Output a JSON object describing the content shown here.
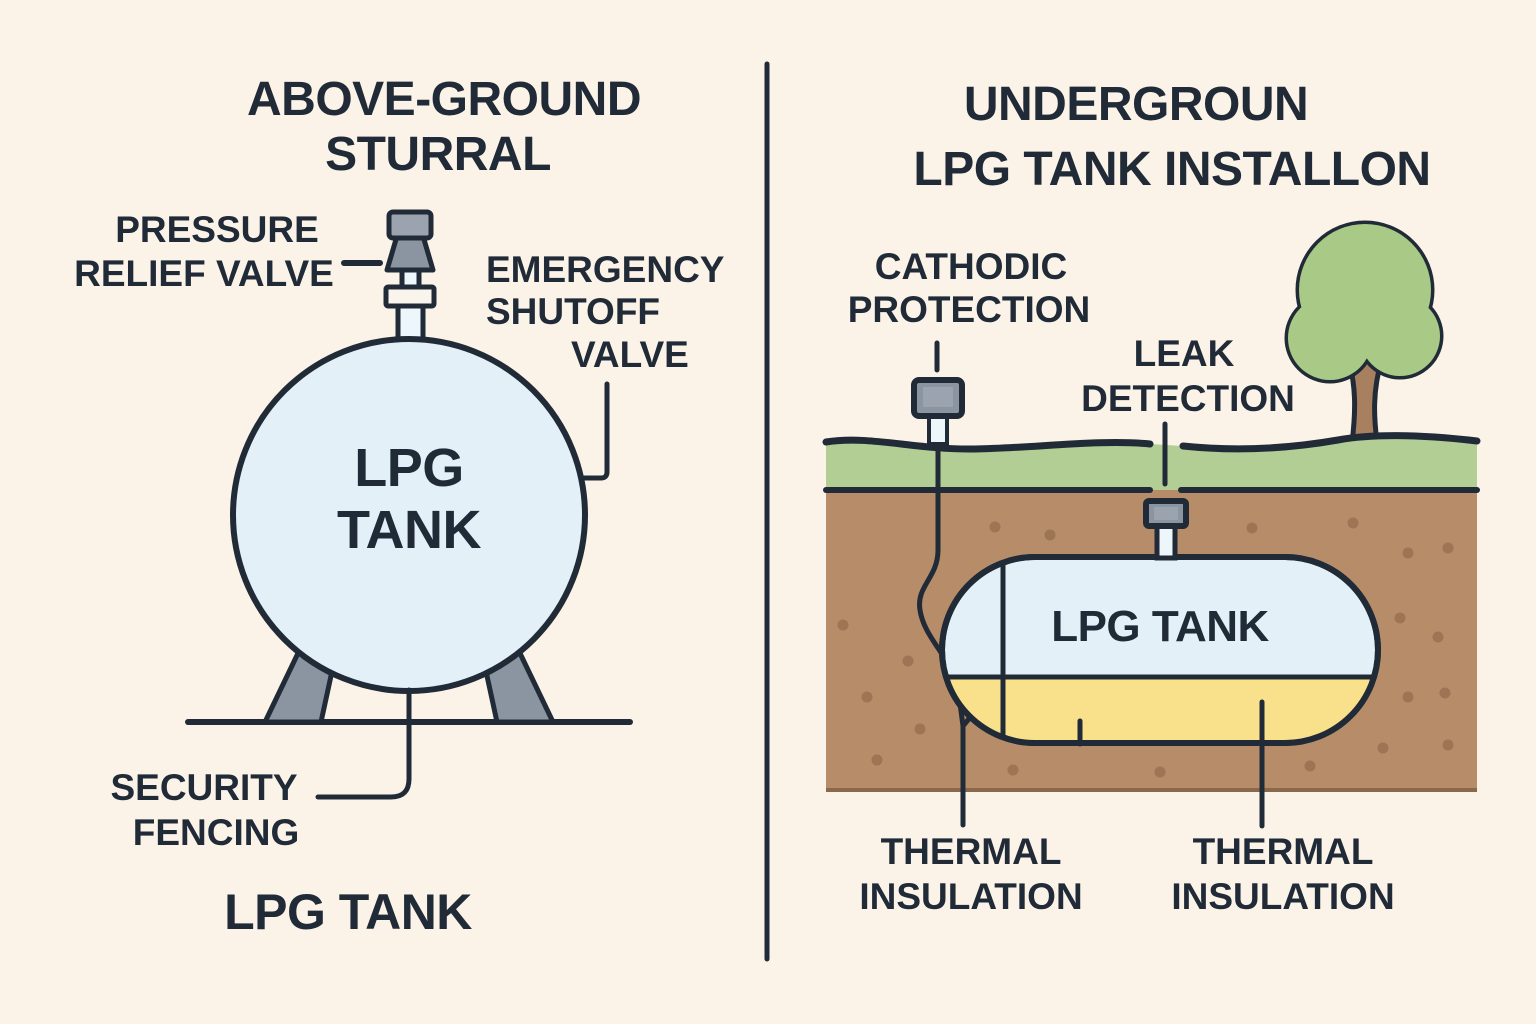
{
  "colors": {
    "bg": "#fcf3e8",
    "ink": "#212b38",
    "tank_blue": "#e4f0f8",
    "pipe_blue": "#edf6fb",
    "valve_collar": "#faf5ec",
    "metal_gray": "#8b95a1",
    "metal_light": "#9ba4ae",
    "grass_green": "#b2ce95",
    "soil_brown": "#b68c69",
    "soil_dot": "#9e7554",
    "soil_edge": "#8a684c",
    "insulation_yellow": "#f9e18c",
    "tree_green": "#a9c987",
    "trunk_brown": "#a87f5f"
  },
  "left_panel": {
    "title": {
      "line1": "ABOVE-GROUND",
      "line2": "STURRAL"
    },
    "tank_label": {
      "line1": "LPG",
      "line2": "TANK"
    },
    "caption": "LPG TANK",
    "callouts": {
      "pressure_relief": {
        "line1": "PRESSURE",
        "line2": "RELIEF VALVE"
      },
      "emergency_shutoff": {
        "line1": "EMERGENCY",
        "line2": "SHUTOFF",
        "line3": "VALVE"
      },
      "security_fencing": {
        "line1": "SECURITY",
        "line2": "FENCING"
      }
    }
  },
  "right_panel": {
    "title": {
      "line1": "UNDERGROUN",
      "line2": "LPG TANK INSTALLON"
    },
    "tank_label": "LPG TANK",
    "callouts": {
      "cathodic_protection": {
        "line1": "CATHODIC",
        "line2": "PROTECTION"
      },
      "leak_detection": {
        "line1": "LEAK",
        "line2": "DETECTION"
      },
      "thermal_insulation_left": {
        "line1": "THERMAL",
        "line2": "INSULATION"
      },
      "thermal_insulation_right": {
        "line1": "THERMAL",
        "line2": "INSULATION"
      }
    }
  }
}
